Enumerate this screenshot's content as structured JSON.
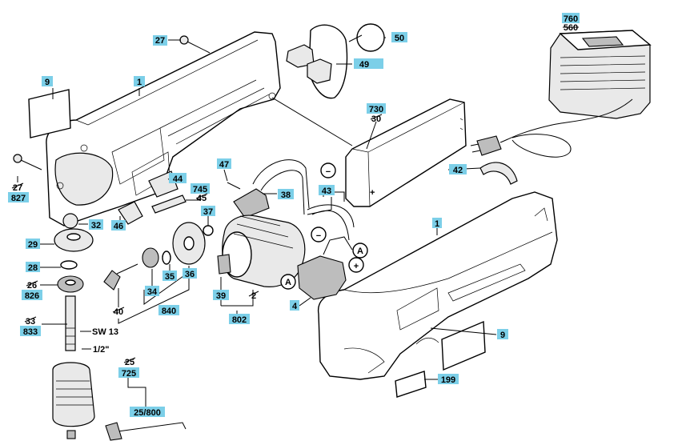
{
  "labels": {
    "p27_top": "27",
    "p50": "50",
    "p49": "49",
    "p760": "760",
    "p560": "560",
    "p9_top": "9",
    "p1_top": "1",
    "p730": "730",
    "p30": "30",
    "p27_mid": "27",
    "p827": "827",
    "p47": "47",
    "p42": "42",
    "p44": "44",
    "p745": "745",
    "p45": "45",
    "p38": "38",
    "p43": "43",
    "p37": "37",
    "p1_right": "1",
    "p32": "32",
    "p46": "46",
    "p29": "29",
    "p28": "28",
    "p26": "26",
    "p826": "826",
    "p35": "35",
    "p36": "36",
    "p34": "34",
    "p40": "40",
    "p840": "840",
    "p39": "39",
    "p2": "2",
    "p802": "802",
    "p4": "4",
    "p33": "33",
    "p833": "833",
    "sw13": "SW 13",
    "half_inch": "1/2\"",
    "p25": "25",
    "p725": "725",
    "p9_right": "9",
    "p199": "199",
    "p25_800": "25/800"
  },
  "symbols": {
    "minus": "−",
    "plus": "+",
    "terminal_a": "A"
  }
}
